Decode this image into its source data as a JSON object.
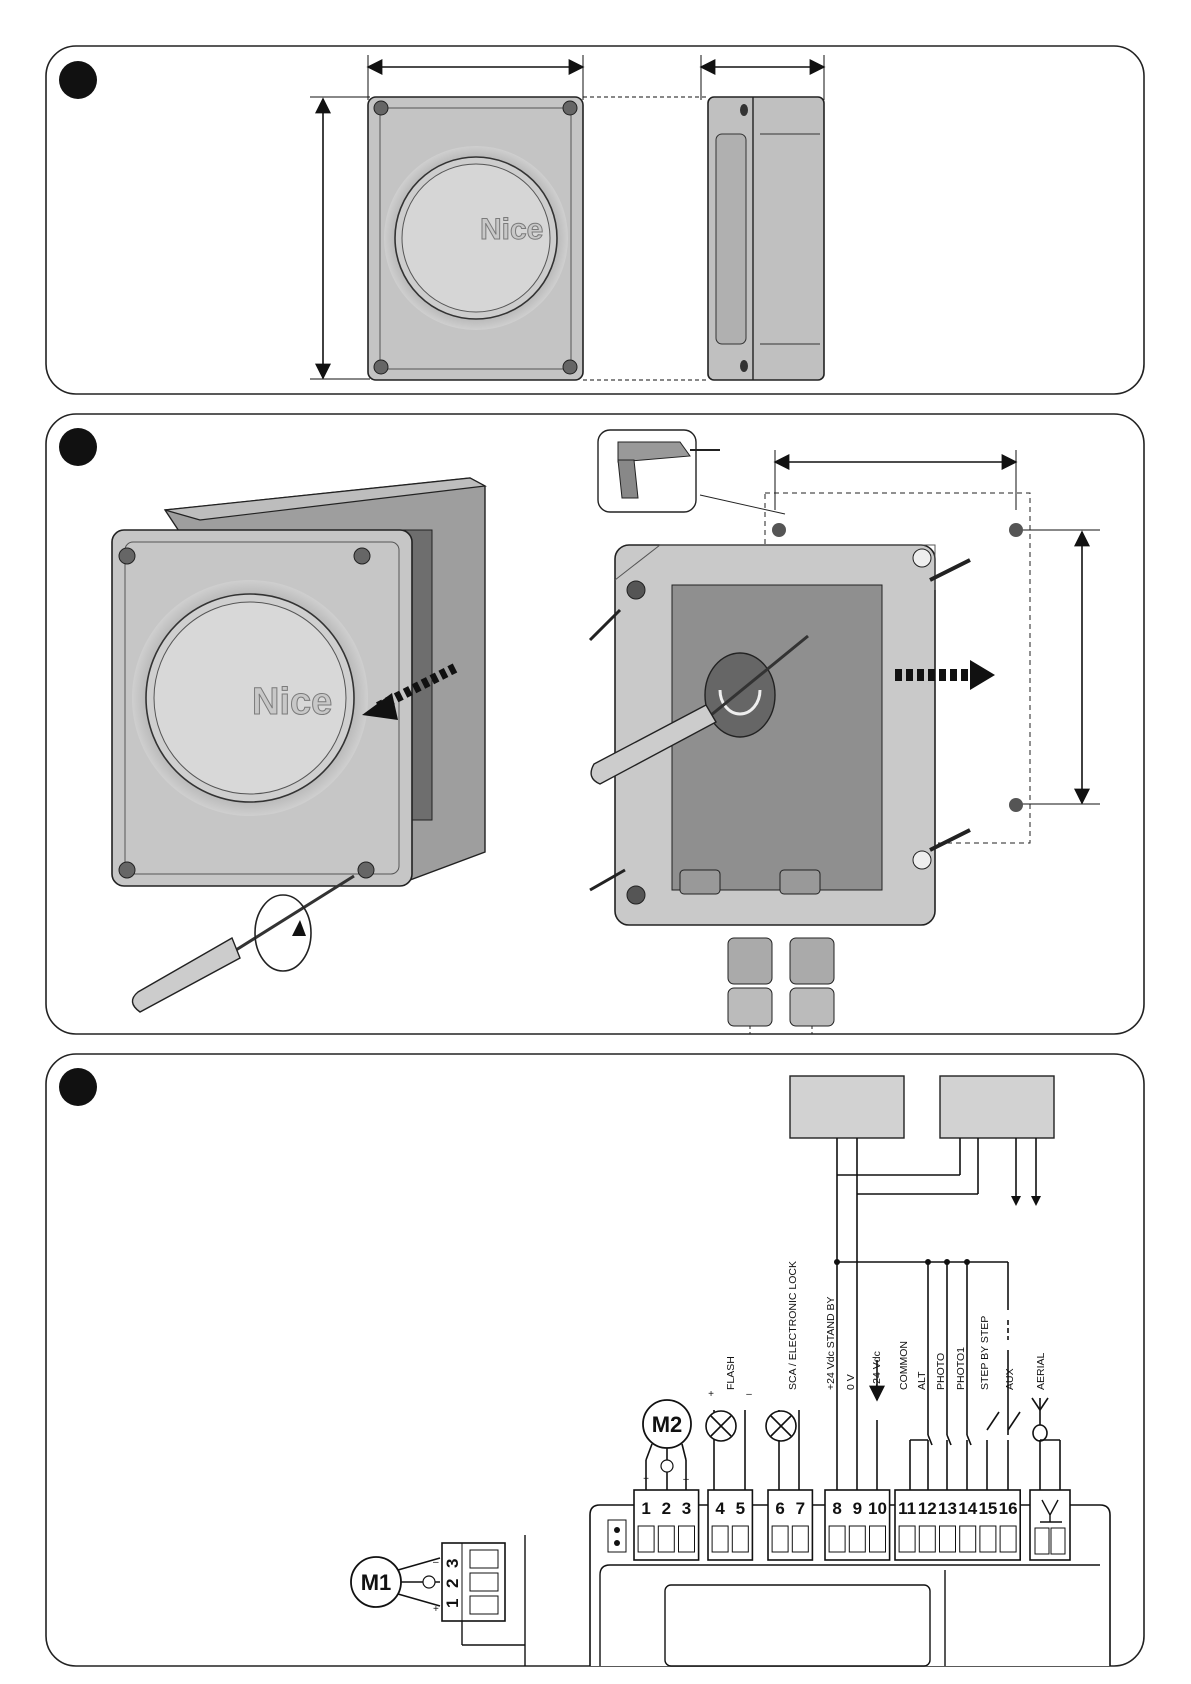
{
  "logo_text": "Nice",
  "motors": {
    "m1": "M1",
    "m2": "M2"
  },
  "terminals": [
    "1",
    "2",
    "3",
    "4",
    "5",
    "6",
    "7",
    "8",
    "9",
    "10",
    "11",
    "12",
    "13",
    "14",
    "15",
    "16"
  ],
  "m1_terminals": [
    "1",
    "2",
    "3"
  ],
  "polarity": {
    "plus": "+",
    "minus": "–"
  },
  "labels": {
    "flash": "FLASH",
    "sca": "SCA / ELECTRONIC LOCK",
    "standby": "+24 Vdc STAND BY",
    "zero_v": "0 V",
    "plus24": "+24 Vdc",
    "common": "COMMON",
    "alt": "ALT",
    "photo": "PHOTO",
    "photo1": "PHOTO1",
    "step": "STEP BY STEP",
    "aux": "AUX",
    "aerial": "AERIAL"
  }
}
